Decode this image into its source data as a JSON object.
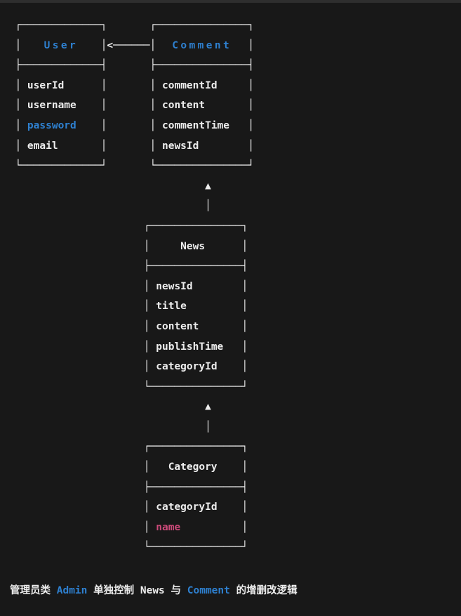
{
  "colors": {
    "background": "#181818",
    "top_strip": "#2e2e2e",
    "text_white": "#ededed",
    "accent_blue": "#2e80d0",
    "accent_pink": "#cd4a7a"
  },
  "diagram": {
    "entities": [
      {
        "name": "User",
        "name_color": "blue",
        "fields": [
          "userId",
          "username",
          "password",
          "email"
        ],
        "highlighted_fields": {
          "password": "blue"
        }
      },
      {
        "name": "Comment",
        "name_color": "blue",
        "fields": [
          "commentId",
          "content",
          "commentTime",
          "newsId"
        ],
        "highlighted_fields": {}
      },
      {
        "name": "News",
        "name_color": "white",
        "fields": [
          "newsId",
          "title",
          "content",
          "publishTime",
          "categoryId"
        ],
        "highlighted_fields": {}
      },
      {
        "name": "Category",
        "name_color": "white",
        "fields": [
          "categoryId",
          "name"
        ],
        "highlighted_fields": {
          "name": "pink"
        }
      }
    ],
    "relations": [
      {
        "from": "Comment",
        "to": "User",
        "arrow": "left"
      },
      {
        "from": "News",
        "to": "Comment",
        "arrow": "up"
      },
      {
        "from": "Category",
        "to": "News",
        "arrow": "up"
      }
    ],
    "lines": [
      [
        {
          "t": "  ┌─────────────┐       ┌───────────────┐"
        }
      ],
      [
        {
          "t": "  │             │"
        },
        {
          "t": "<──────",
          "n": "left-arrow-icon"
        },
        {
          "t": "│               │"
        },
        {
          "t": "User",
          "k": "blueTitle",
          "n": "entity-title-user",
          "o": {
            "l": 3,
            "w": 13
          }
        },
        {
          "t": "Comment",
          "k": "blueTitle",
          "n": "entity-title-comment",
          "o": {
            "l": 25,
            "w": 15
          }
        }
      ],
      [
        {
          "t": "  ├─────────────┤       ├───────────────┤"
        }
      ],
      [
        {
          "t": "  │ "
        },
        {
          "t": "userId",
          "n": "field-userid"
        },
        {
          "t": "      │       │ "
        },
        {
          "t": "commentId",
          "n": "field-commentid"
        },
        {
          "t": "     │"
        }
      ],
      [
        {
          "t": "  │ "
        },
        {
          "t": "username",
          "n": "field-username"
        },
        {
          "t": "    │       │ "
        },
        {
          "t": "content",
          "n": "field-comment-content"
        },
        {
          "t": "       │"
        }
      ],
      [
        {
          "t": "  │ "
        },
        {
          "t": "password",
          "k": "blue",
          "n": "field-password"
        },
        {
          "t": "    │       │ "
        },
        {
          "t": "commentTime",
          "n": "field-commenttime"
        },
        {
          "t": "   │"
        }
      ],
      [
        {
          "t": "  │ "
        },
        {
          "t": "email",
          "n": "field-email"
        },
        {
          "t": "       │       │ "
        },
        {
          "t": "newsId",
          "n": "field-comment-newsid"
        },
        {
          "t": "        │"
        }
      ],
      [
        {
          "t": "  └─────────────┘       └───────────────┘"
        }
      ],
      [
        {
          "t": "                                 "
        },
        {
          "t": "▲",
          "n": "up-arrow-icon"
        }
      ],
      [
        {
          "t": "                                 "
        },
        {
          "t": "│",
          "n": "connector-line"
        }
      ],
      [
        {
          "t": "                       ┌───────────────┐"
        }
      ],
      [
        {
          "t": "                       │     "
        },
        {
          "t": "News",
          "n": "entity-title-news"
        },
        {
          "t": "      │"
        }
      ],
      [
        {
          "t": "                       ├───────────────┤"
        }
      ],
      [
        {
          "t": "                       │ "
        },
        {
          "t": "newsId",
          "n": "field-newsid"
        },
        {
          "t": "        │"
        }
      ],
      [
        {
          "t": "                       │ "
        },
        {
          "t": "title",
          "n": "field-title"
        },
        {
          "t": "         │"
        }
      ],
      [
        {
          "t": "                       │ "
        },
        {
          "t": "content",
          "n": "field-news-content"
        },
        {
          "t": "       │"
        }
      ],
      [
        {
          "t": "                       │ "
        },
        {
          "t": "publishTime",
          "n": "field-publishtime"
        },
        {
          "t": "   │"
        }
      ],
      [
        {
          "t": "                       │ "
        },
        {
          "t": "categoryId",
          "n": "field-news-categoryid"
        },
        {
          "t": "    │"
        }
      ],
      [
        {
          "t": "                       └───────────────┘"
        }
      ],
      [
        {
          "t": "                                 "
        },
        {
          "t": "▲",
          "n": "up-arrow-icon"
        }
      ],
      [
        {
          "t": "                                 "
        },
        {
          "t": "│",
          "n": "connector-line"
        }
      ],
      [
        {
          "t": "                       ┌───────────────┐"
        }
      ],
      [
        {
          "t": "                       │   "
        },
        {
          "t": "Category",
          "n": "entity-title-category"
        },
        {
          "t": "    │"
        }
      ],
      [
        {
          "t": "                       ├───────────────┤"
        }
      ],
      [
        {
          "t": "                       │ "
        },
        {
          "t": "categoryId",
          "n": "field-categoryid"
        },
        {
          "t": "    │"
        }
      ],
      [
        {
          "t": "                       │ "
        },
        {
          "t": "name",
          "k": "pink",
          "n": "field-name"
        },
        {
          "t": "          │"
        }
      ],
      [
        {
          "t": "                       └───────────────┘"
        }
      ],
      [
        {
          "t": ""
        }
      ]
    ]
  },
  "caption": {
    "runs": [
      {
        "t": "管理员类 ",
        "n": "caption-text"
      },
      {
        "t": "Admin",
        "k": "blue",
        "n": "caption-admin"
      },
      {
        "t": " 单独控制 ",
        "n": "caption-text"
      },
      {
        "t": "News",
        "n": "caption-news"
      },
      {
        "t": " 与 ",
        "n": "caption-text"
      },
      {
        "t": "Comment",
        "k": "blue",
        "n": "caption-comment"
      },
      {
        "t": " 的增删改逻辑",
        "n": "caption-text"
      }
    ]
  }
}
